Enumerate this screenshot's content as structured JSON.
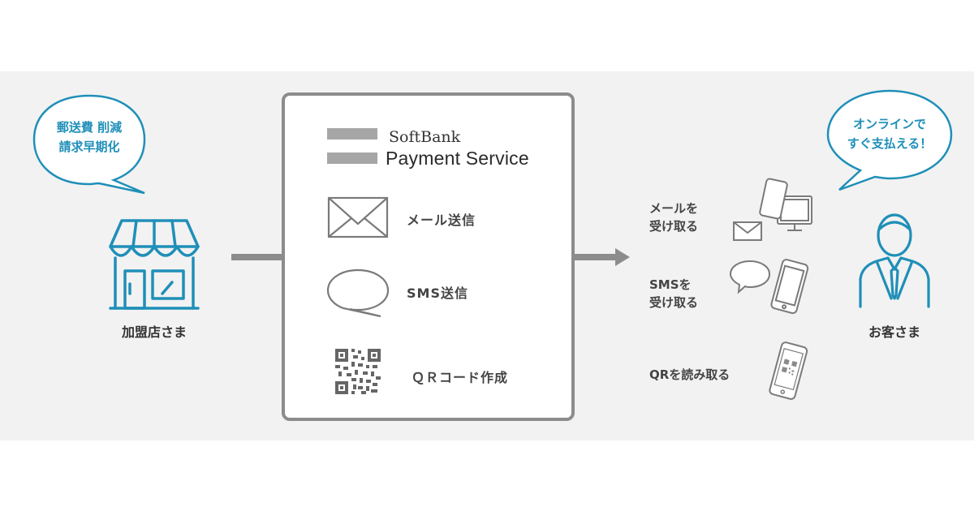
{
  "merchant": {
    "bubble_line1": "郵送費 削減",
    "bubble_line2": "請求早期化",
    "label": "加盟店さま"
  },
  "service": {
    "logo_line1": "SoftBank",
    "logo_line2": "Payment Service",
    "features": [
      {
        "icon": "envelope-icon",
        "label": "メール送信"
      },
      {
        "icon": "chat-bubble-icon",
        "label": "SMS送信"
      },
      {
        "icon": "qr-code-icon",
        "label": "ＱＲコード作成"
      }
    ]
  },
  "receive": [
    {
      "line1": "メールを",
      "line2": "受け取る"
    },
    {
      "line1": "SMSを",
      "line2": "受け取る"
    },
    {
      "line1": "QRを読み取る",
      "line2": ""
    }
  ],
  "customer": {
    "bubble_line1": "オンラインで",
    "bubble_line2": "すぐ支払える！",
    "label": "お客さま"
  },
  "colors": {
    "accent_blue": "#1f8fb8",
    "gray_line": "#8c8c8c",
    "band": "#f2f2f2"
  }
}
